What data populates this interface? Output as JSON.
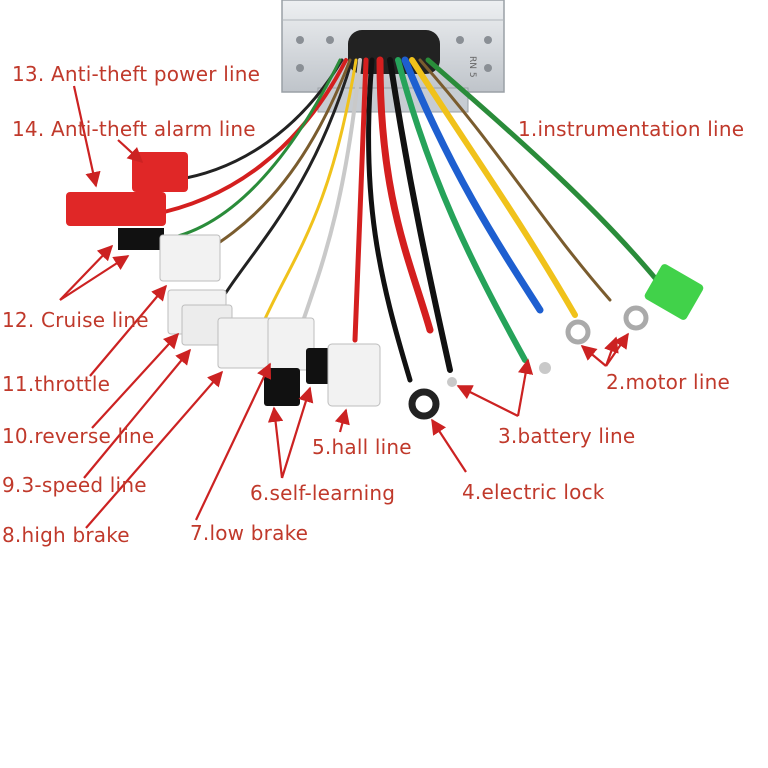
{
  "labels": {
    "anti_theft_power": "13. Anti-theft power line",
    "anti_theft_alarm": "14. Anti-theft alarm line",
    "instrumentation": "1.instrumentation line",
    "cruise": "12. Cruise line",
    "throttle": "11.throttle",
    "reverse": "10.reverse line",
    "three_speed": "9.3-speed line",
    "high_brake": "8.high brake",
    "low_brake": "7.low brake",
    "self_learning": "6.self-learning",
    "hall": "5.hall line",
    "electric_lock": "4.electric lock",
    "battery": "3.battery line",
    "motor": "2.motor line"
  },
  "colors": {
    "label_text": "#c0392b",
    "arrow": "#cc2222",
    "controller_body": "#d9dde2"
  },
  "controller": {
    "label_text": "RN 5"
  }
}
